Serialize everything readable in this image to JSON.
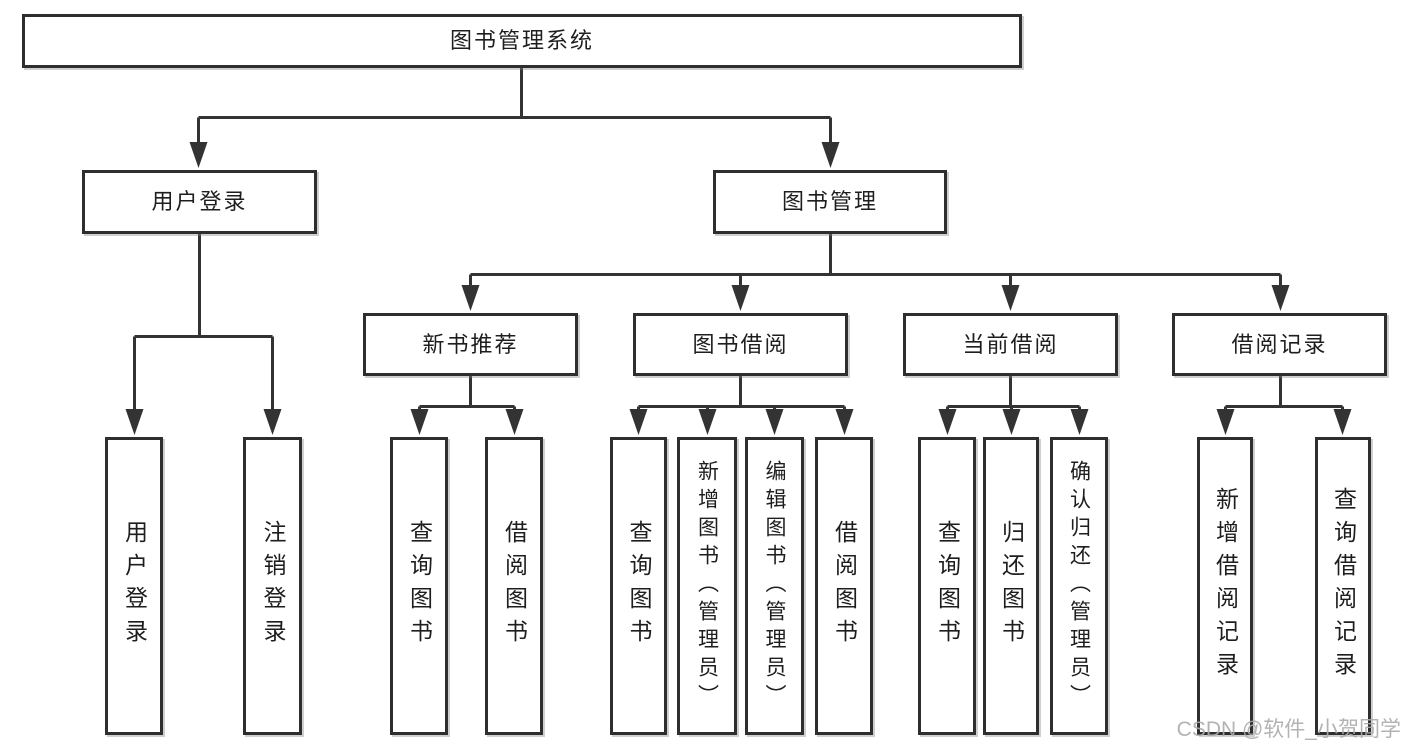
{
  "tree": {
    "root": "图书管理系统",
    "level2": [
      "用户登录",
      "图书管理"
    ],
    "level3": [
      "新书推荐",
      "图书借阅",
      "当前借阅",
      "借阅记录"
    ],
    "leafGroups": [
      [
        "用户登录",
        "注销登录"
      ],
      [
        "查询图书",
        "借阅图书"
      ],
      [
        "查询图书",
        "新增图书（管理员）",
        "编辑图书（管理员）",
        "借阅图书"
      ],
      [
        "查询图书",
        "归还图书",
        "确认归还（管理员）"
      ],
      [
        "新增借阅记录",
        "查询借阅记录"
      ]
    ]
  },
  "watermark": "CSDN @软件_小贺同学",
  "colors": {
    "line": "#333333",
    "box_border": "#2e2e2e",
    "text": "#1e1e1e",
    "background": "#ffffff",
    "watermark": "#ababab"
  }
}
